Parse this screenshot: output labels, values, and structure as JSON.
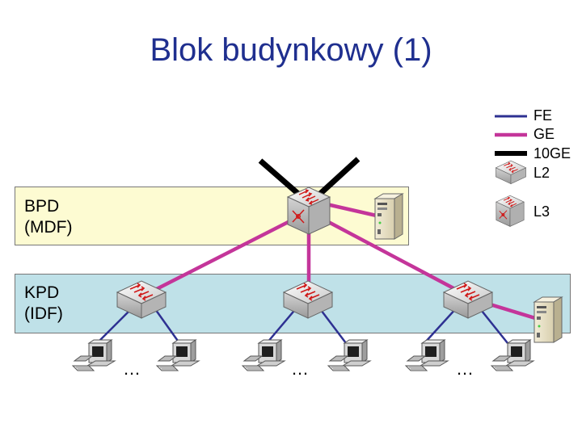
{
  "title": "Blok budynkowy (1)",
  "bands": {
    "mdf": {
      "line1": "BPD",
      "line2": "(MDF)"
    },
    "idf": {
      "line1": "KPD",
      "line2": "(IDF)"
    }
  },
  "legend": {
    "fe": {
      "label": "FE",
      "color": "#2e3192"
    },
    "ge": {
      "label": "GE",
      "color": "#c4359a"
    },
    "tenge": {
      "label": "10GE",
      "color": "#000000"
    },
    "l2": {
      "label": "L2"
    },
    "l3": {
      "label": "L3"
    }
  },
  "ellipsis": "…",
  "icons": {
    "switch": "switch-icon",
    "server": "server-icon",
    "workstation": "computer-icon"
  }
}
